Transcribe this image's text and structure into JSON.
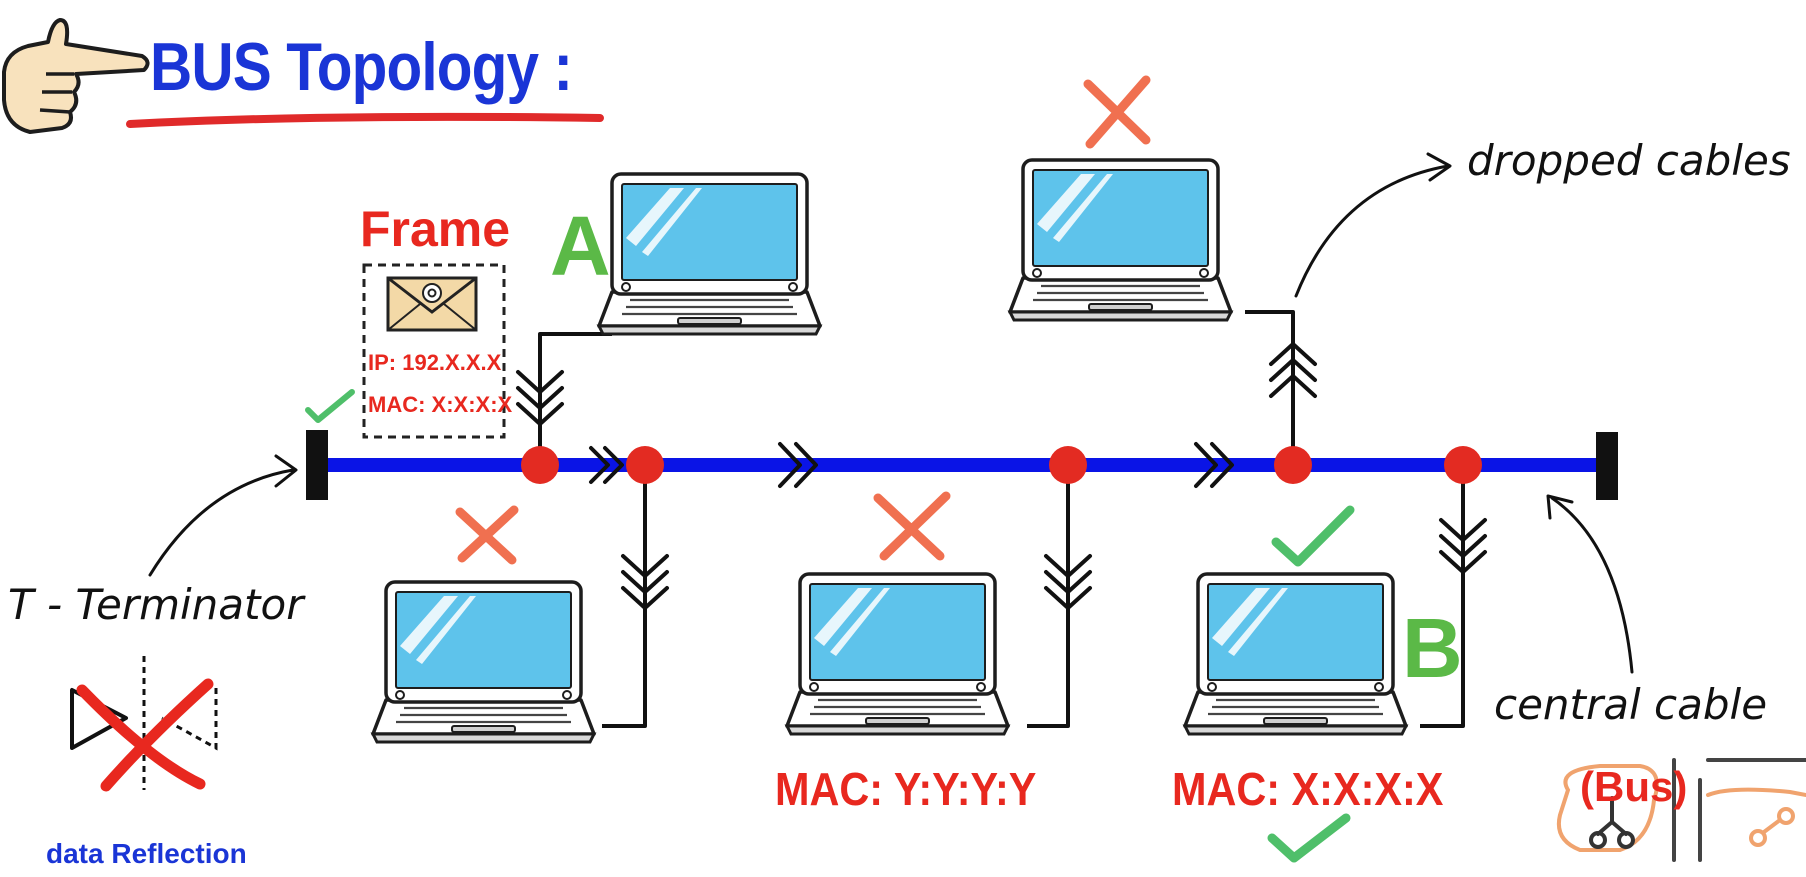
{
  "title": "BUS Topology :",
  "frame": {
    "title": "Frame",
    "ip": "IP: 192.X.X.X",
    "mac": "MAC: X:X:X:X"
  },
  "laptop_labels": {
    "a": "A",
    "b": "B"
  },
  "mac_labels": {
    "laptop_y": "MAC: Y:Y:Y:Y",
    "laptop_b": "MAC: X:X:X:X"
  },
  "annotations": {
    "terminator": "T - Terminator",
    "dropped_cables": "dropped cables",
    "central_cable": "central cable",
    "bus": "(Bus)",
    "data_reflection": "data Reflection"
  },
  "colors": {
    "bus_cable": "#0a14e6",
    "junction": "#e32b22",
    "title": "#1a35d6",
    "cross_mark": "#f07050",
    "check_mark": "#4fbf6a",
    "label_red": "#e8281f",
    "label_green": "#5bb947",
    "screen": "#5ec3eb"
  },
  "icons": [
    "pointing-hand-icon",
    "envelope-icon",
    "laptop-icon",
    "cross-mark-icon",
    "check-mark-icon",
    "terminator-icon",
    "network-logo-icon"
  ]
}
